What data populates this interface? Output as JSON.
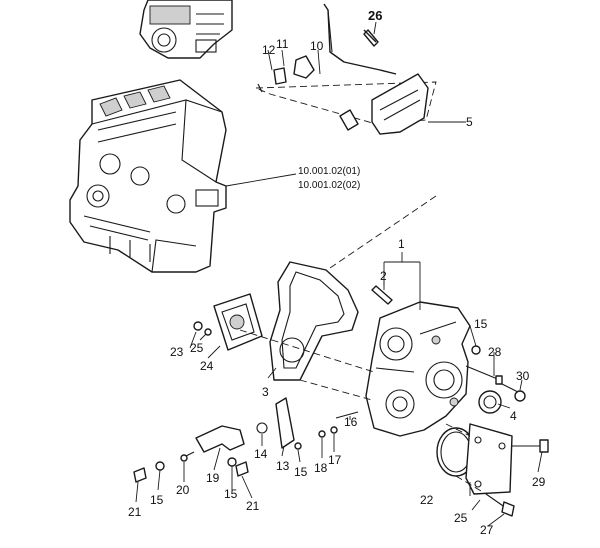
{
  "references": {
    "ref_1": "10.001.02(01)",
    "ref_2": "10.001.02(02)"
  },
  "callouts": {
    "c1": "1",
    "c2": "2",
    "c3": "3",
    "c4": "4",
    "c5": "5",
    "c10": "10",
    "c11": "11",
    "c12": "12",
    "c13": "13",
    "c14": "14",
    "c15a": "15",
    "c15b": "15",
    "c15c": "15",
    "c15d": "15",
    "c16": "16",
    "c17": "17",
    "c18": "18",
    "c19": "19",
    "c20": "20",
    "c21a": "21",
    "c21b": "21",
    "c22": "22",
    "c23": "23",
    "c24": "24",
    "c25a": "25",
    "c25b": "25",
    "c26": "26",
    "c27": "27",
    "c28": "28",
    "c29": "29",
    "c30": "30"
  }
}
